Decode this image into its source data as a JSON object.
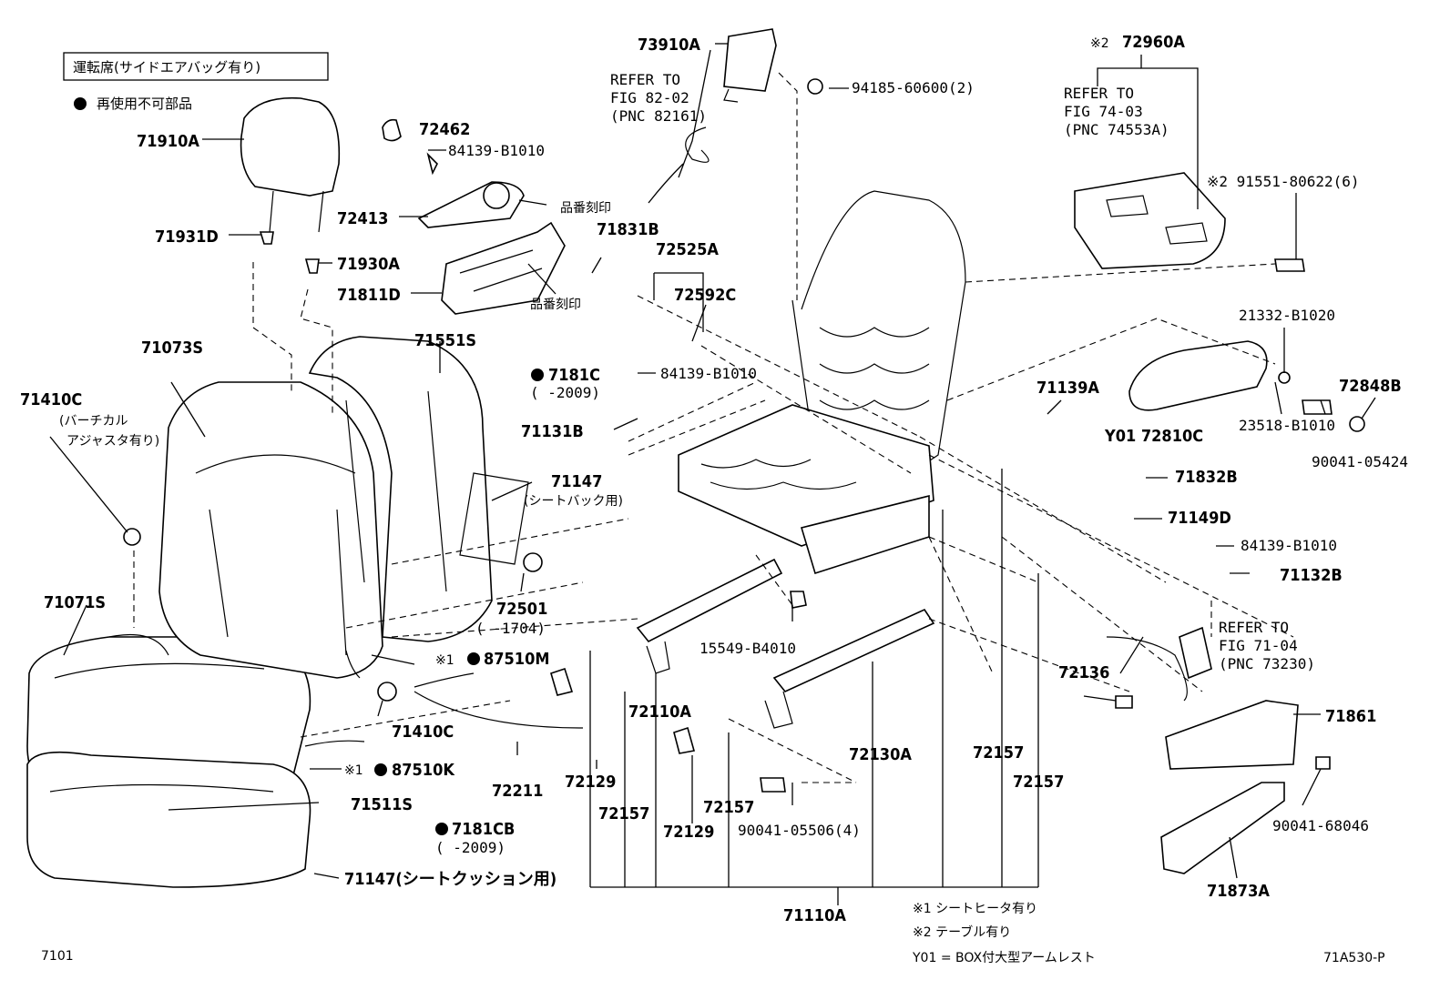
{
  "header": {
    "box_title": "運転席(サイドエアバッグ有り)",
    "legend_bullet": "再使用不可部品"
  },
  "footer": {
    "left_code": "7101",
    "right_code": "71A530-P",
    "note1": "※1 シートヒータ有り",
    "note2": "※2 テーブル有り",
    "note3": "Y01 = BOX付大型アームレスト"
  },
  "callouts": {
    "c73910A": "73910A",
    "c94185": "94185-60600(2)",
    "ref82_1": "REFER TO",
    "ref82_2": "FIG 82-02",
    "ref82_3": "(PNC 82161)",
    "c72462": "72462",
    "c84139a": "84139-B1010",
    "c71910A": "71910A",
    "c72413": "72413",
    "stamp1": "品番刻印",
    "c71831B": "71831B",
    "c72525A": "72525A",
    "c71931D": "71931D",
    "c71930A": "71930A",
    "c71811D": "71811D",
    "stamp2": "品番刻印",
    "c72592C": "72592C",
    "c71073S": "71073S",
    "c71551S": "71551S",
    "c7181C": "7181C",
    "c7181C_y": "(      -2009)",
    "c84139b": "84139-B1010",
    "c71410C_top": "71410C",
    "c71410C_n1": "(バーチカル",
    "c71410C_n2": "アジャスタ有り)",
    "c71131B": "71131B",
    "c71147a": "71147",
    "c71147a_n": "(シートバック用)",
    "c71071S": "71071S",
    "c72501": "72501",
    "c72501_y": "(      -1704)",
    "c15549": "15549-B4010",
    "c87510M_pre": "※1",
    "c87510M": "87510M",
    "c72110A": "72110A",
    "c71410C_low": "71410C",
    "c87510K_pre": "※1",
    "c87510K": "87510K",
    "c72211": "72211",
    "c72129a": "72129",
    "c72157a": "72157",
    "c72157b": "72157",
    "c72129b": "72129",
    "c90041_05506": "90041-05506(4)",
    "c72130A": "72130A",
    "c72157c": "72157",
    "c72157d": "72157",
    "c71511S": "71511S",
    "c7181CB": "7181CB",
    "c7181CB_y": "(      -2009)",
    "c71147b": "71147(シートクッション用)",
    "c71110A": "71110A",
    "c72960A_pre": "※2",
    "c72960A": "72960A",
    "ref74_1": "REFER TO",
    "ref74_2": "FIG 74-03",
    "ref74_3": "(PNC 74553A)",
    "c91551": "※2 91551-80622(6)",
    "c21332": "21332-B1020",
    "c72848B": "72848B",
    "c71139A": "71139A",
    "c72810C": "Y01 72810C",
    "c23518": "23518-B1010",
    "c90041_05424": "90041-05424",
    "c71832B": "71832B",
    "c71149D": "71149D",
    "c84139c": "84139-B1010",
    "c71132B": "71132B",
    "ref71_1": "REFER TO",
    "ref71_2": "FIG 71-04",
    "ref71_3": "(PNC 73230)",
    "c72136": "72136",
    "c71861": "71861",
    "c90041_68046": "90041-68046",
    "c71873A": "71873A"
  }
}
